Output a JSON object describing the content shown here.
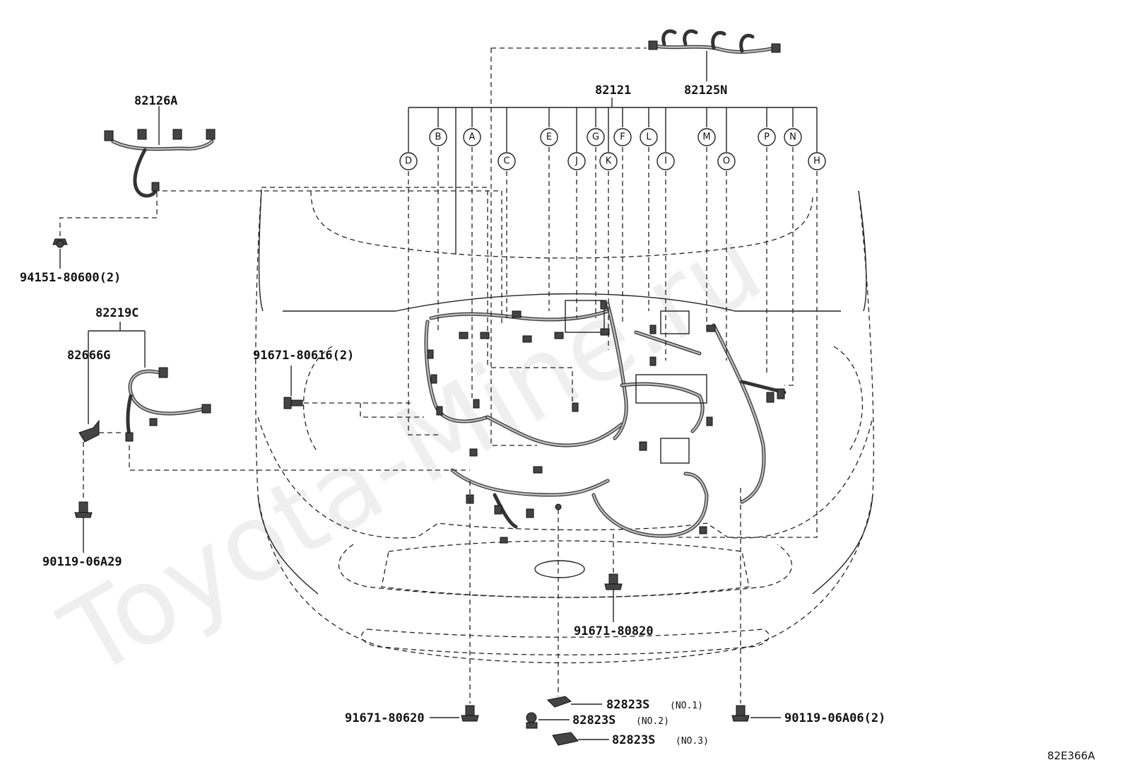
{
  "diagram": {
    "watermark": "Toyota-Mine.ru",
    "drawing_code": "82E366A",
    "parts": {
      "p82125N": "82125N",
      "p82121": "82121",
      "p82126A": "82126A",
      "p94151": "94151-80600(2)",
      "p82219C": "82219C",
      "p82666G": "82666G",
      "p91671_616": "91671-80616(2)",
      "p90119_29": "90119-06A29",
      "p91671_820": "91671-80820",
      "p91671_620": "91671-80620",
      "p82823S": "82823S",
      "no1": "(NO.1)",
      "no2": "(NO.2)",
      "no3": "(NO.3)",
      "p90119_06": "90119-06A06(2)"
    },
    "callouts": {
      "A": "A",
      "B": "B",
      "C": "C",
      "D": "D",
      "E": "E",
      "F": "F",
      "G": "G",
      "H": "H",
      "I": "I",
      "J": "J",
      "K": "K",
      "L": "L",
      "M": "M",
      "N": "N",
      "O": "O",
      "P": "P"
    }
  }
}
